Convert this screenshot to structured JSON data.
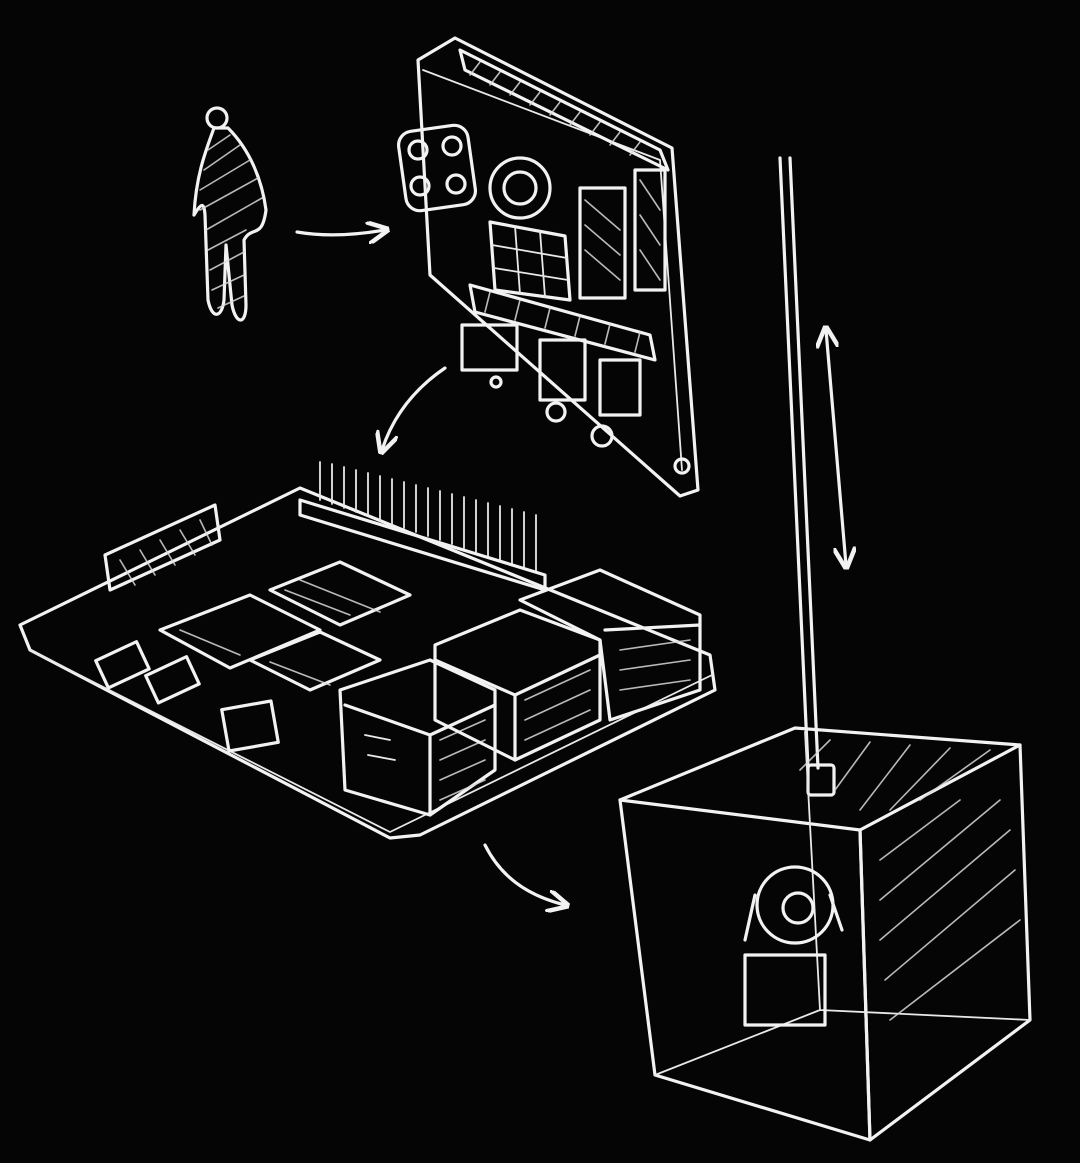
{
  "palette": {
    "background": "#050505",
    "chalk": "#f2f2f2"
  },
  "figures": [
    {
      "name": "person-figure",
      "icon": "person-icon"
    },
    {
      "name": "camera-module-board",
      "icon": "camera-board-icon"
    },
    {
      "name": "single-board-computer",
      "icon": "circuit-board-icon"
    },
    {
      "name": "antenna-enclosure",
      "icon": "box-antenna-icon"
    }
  ],
  "connectors": [
    {
      "name": "arrow-person-to-camera",
      "icon": "arrow-right-icon"
    },
    {
      "name": "arrow-camera-to-board",
      "icon": "curved-arrow-icon"
    },
    {
      "name": "arrow-board-to-enclosure",
      "icon": "curved-arrow-icon"
    },
    {
      "name": "antenna-range-arrow",
      "icon": "double-arrow-icon"
    }
  ]
}
